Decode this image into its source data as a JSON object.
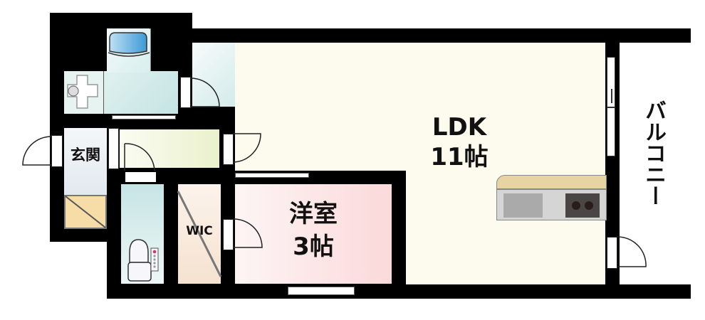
{
  "floor_plan": {
    "rooms": {
      "entrance": {
        "label": "玄関"
      },
      "ldk": {
        "label": "LDK",
        "size": "11帖"
      },
      "western_room": {
        "label": "洋室",
        "size": "3帖"
      },
      "wic": {
        "label": "WIC"
      },
      "balcony": {
        "label": "バルコニー"
      }
    },
    "fixtures": [
      "washbasin",
      "washing-machine-pan",
      "bathtub",
      "toilet",
      "kitchen-counter",
      "sink",
      "two-burner-stove",
      "shoe-cabinet"
    ],
    "colors": {
      "wall": "#000000",
      "ldk_floor": "#fdfbee",
      "western_room_floor": "#fbdada",
      "wic_floor": "#f7e9da",
      "corridor_floor": "#eef4d4",
      "wet_area_floor": "#cfe9e8",
      "entrance_floor": "#e9eff2",
      "shoe_cabinet": "#f6dca6",
      "counter_top": "#e8d3a2",
      "kitchen_body": "#d5d5d5",
      "bathtub": "#3c9ad5"
    }
  }
}
